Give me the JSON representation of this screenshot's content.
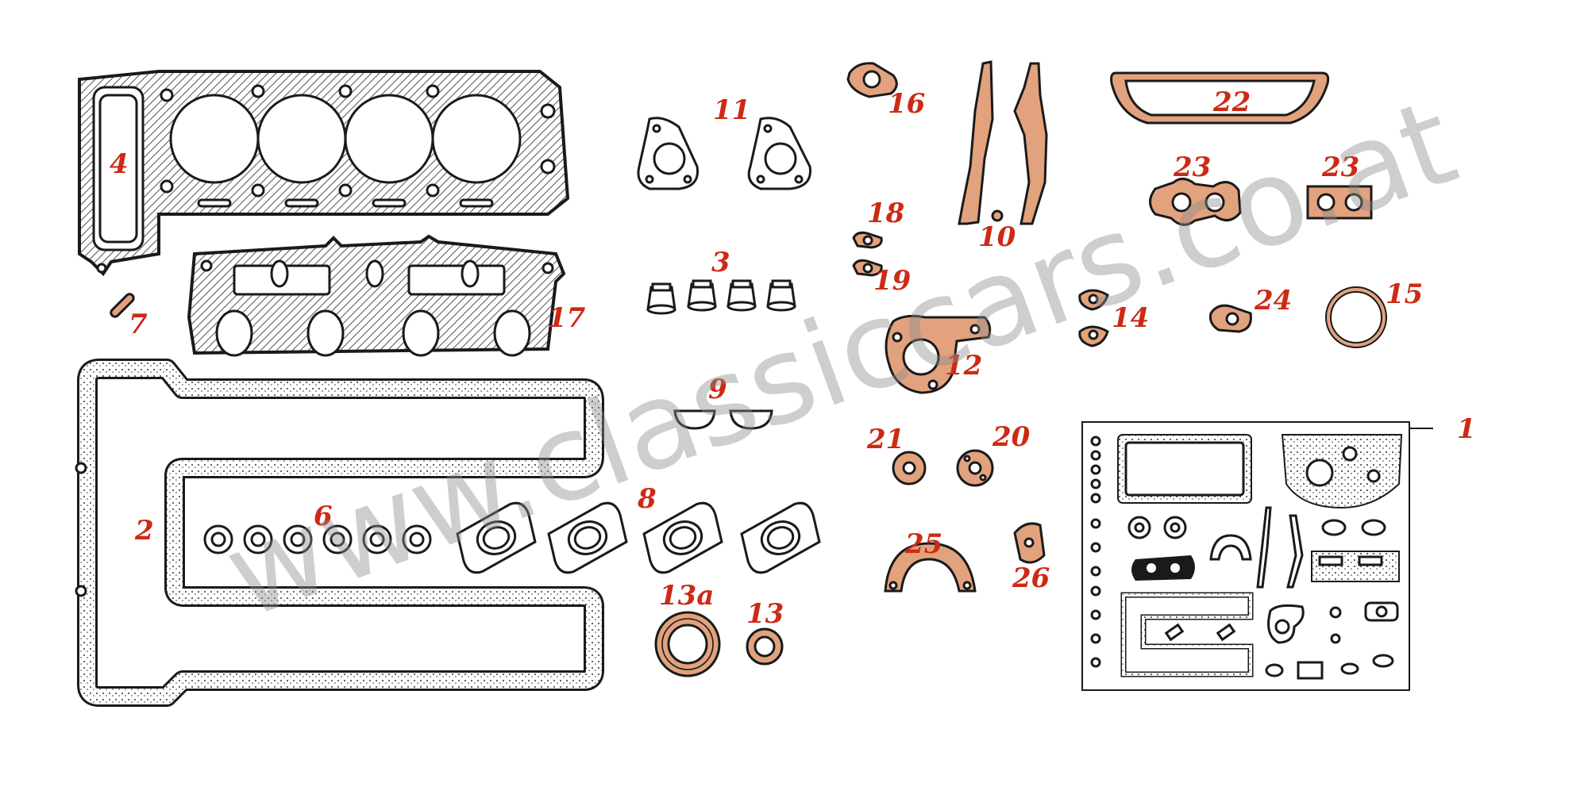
{
  "watermark": "www.classiccars.co.at",
  "callouts": {
    "p1": "1",
    "p2": "2",
    "p3": "3",
    "p4": "4",
    "p6": "6",
    "p7": "7",
    "p8": "8",
    "p9": "9",
    "p10": "10",
    "p11": "11",
    "p12": "12",
    "p13": "13",
    "p13a": "13a",
    "p14": "14",
    "p15": "15",
    "p16": "16",
    "p17": "17",
    "p18": "18",
    "p19": "19",
    "p20": "20",
    "p21": "21",
    "p22": "22",
    "p23a": "23",
    "p23b": "23",
    "p24": "24",
    "p25": "25",
    "p26": "26"
  },
  "colors": {
    "callout": "#cc2a14",
    "cork": "#e2a27e",
    "ink": "#1a1a1a",
    "watermark": "#8a8a8a"
  }
}
